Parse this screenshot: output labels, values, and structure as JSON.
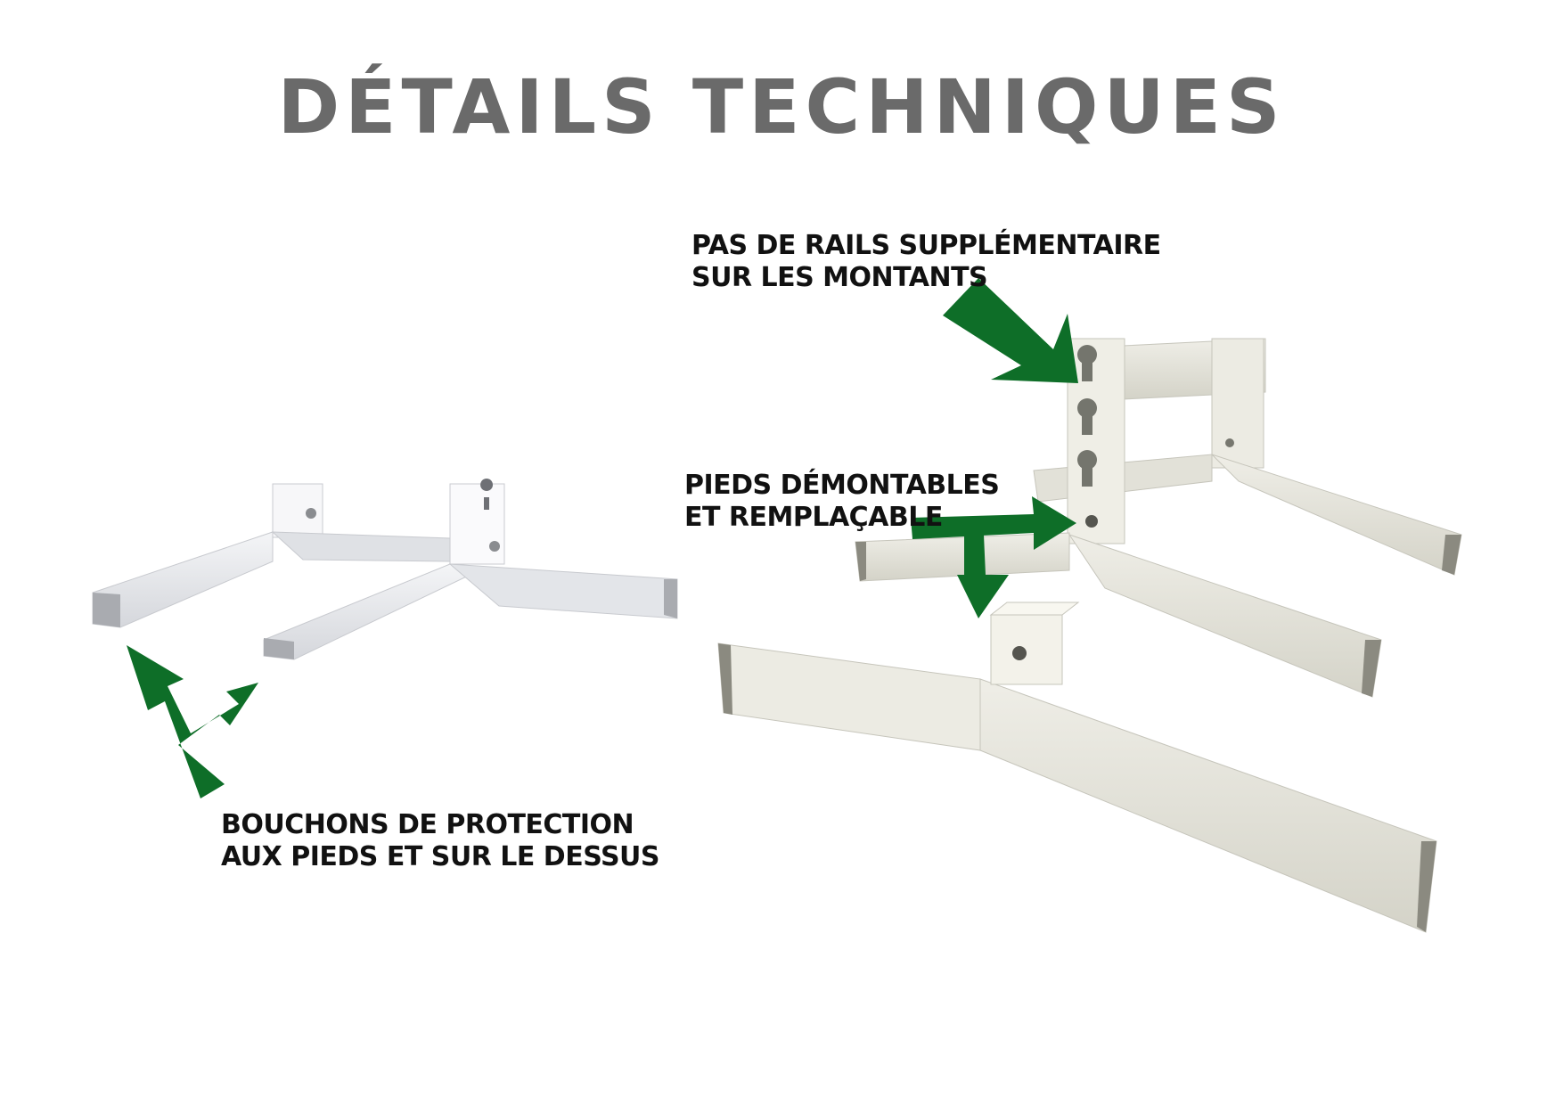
{
  "title": "DÉTAILS TECHNIQUES",
  "callouts": {
    "rails": {
      "line1": "PAS DE RAILS SUPPLÉMENTAIRE",
      "line2": "SUR LES MONTANTS"
    },
    "feet": {
      "line1": "PIEDS DÉMONTABLES",
      "line2": "ET REMPLAÇABLE"
    },
    "caps": {
      "line1": "BOUCHONS DE PROTECTION",
      "line2": "AUX PIEDS ET SUR LE DESSUS"
    }
  },
  "colors": {
    "title": "#6a6a6a",
    "arrow": "#0e6e28",
    "metal_left": "#e9eaee",
    "metal_right": "#e6e5dc"
  }
}
